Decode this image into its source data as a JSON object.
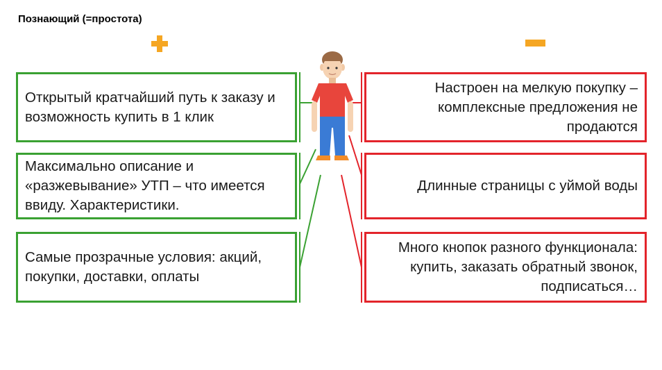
{
  "header": {
    "title": "Познающий (=простота)"
  },
  "signs": {
    "plus_icon": "plus-icon",
    "minus_icon": "minus-icon"
  },
  "pros": [
    {
      "text": "Открытый кратчайший путь к заказу и возможность купить в 1 клик"
    },
    {
      "text": "Максимально описание и «разжевывание» УТП – что имеется ввиду. Характеристики."
    },
    {
      "text": "Самые прозрачные условия: акций, покупки, доставки, оплаты"
    }
  ],
  "cons": [
    {
      "text": "Настроен на мелкую покупку – комплексные предложения не продаются"
    },
    {
      "text": "Длинные страницы с уймой воды"
    },
    {
      "text": "Много кнопок разного функционала: купить, заказать обратный звонок, подписаться…"
    }
  ],
  "colors": {
    "pros_border": "#3aa132",
    "cons_border": "#e3242b",
    "sign": "#f5a623"
  },
  "person_icon": "person-icon"
}
